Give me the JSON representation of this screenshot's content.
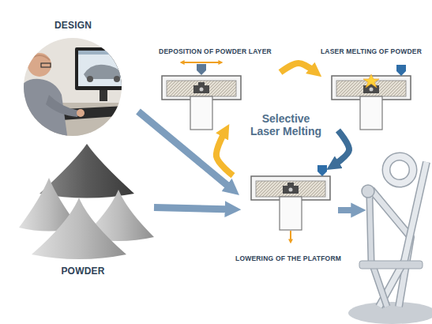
{
  "diagram": {
    "nodes": [
      {
        "text": [
          "DESIGN"
        ]
      },
      {
        "text": [
          "DEPOSITION OF POWDER LAYER"
        ]
      },
      {
        "text": [
          "LASER MELTING OF POWDER"
        ]
      },
      {
        "text": [
          "LOWERING OF THE PLATFORM"
        ]
      },
      {
        "text": [
          "POWDER"
        ]
      }
    ],
    "edges": [
      {
        "from": 0,
        "to": 3,
        "arrow": "to"
      },
      {
        "from": 1,
        "to": 2,
        "arrow": "to"
      },
      {
        "from": 2,
        "to": 3,
        "arrow": "to"
      },
      {
        "from": 3,
        "to": 1,
        "arrow": "to"
      },
      {
        "from": 4,
        "to": 3,
        "arrow": "to"
      }
    ],
    "labels": [
      "Selective Laser Melting"
    ]
  }
}
